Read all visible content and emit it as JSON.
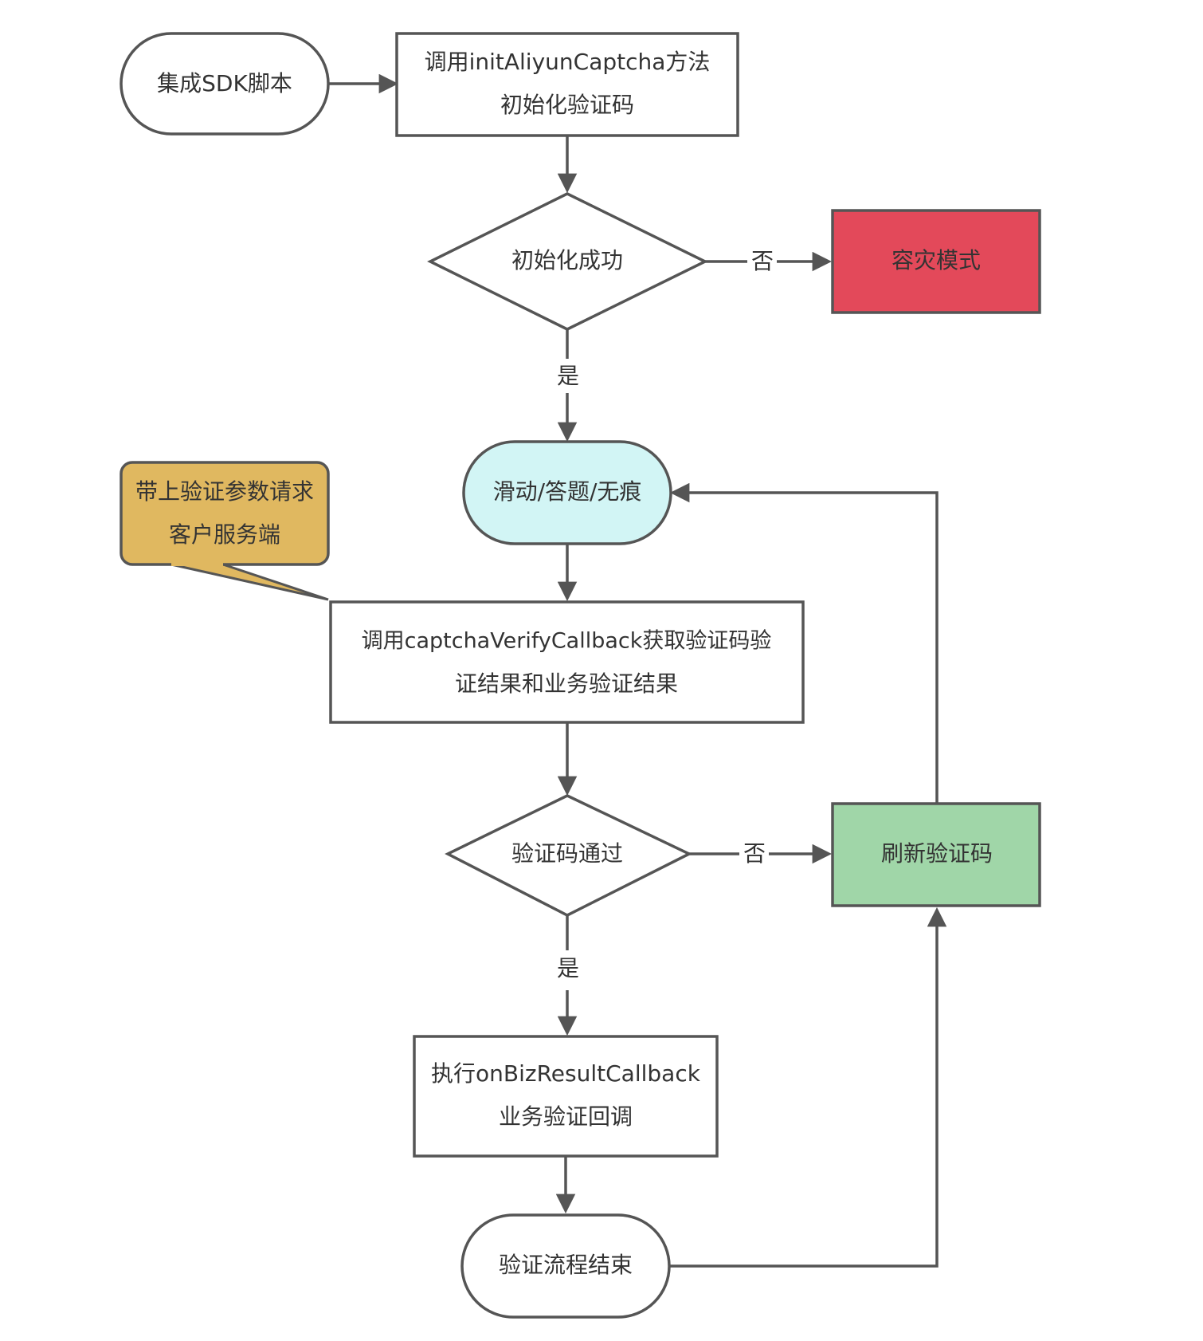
{
  "nodes": {
    "start": {
      "label": "集成SDK脚本"
    },
    "init": {
      "line1": "调用initAliyunCaptcha方法",
      "line2": "初始化验证码"
    },
    "init_ok": {
      "label": "初始化成功"
    },
    "disaster": {
      "label": "容灾模式"
    },
    "challenge": {
      "label": "滑动/答题/无痕"
    },
    "note": {
      "line1": "带上验证参数请求",
      "line2": "客户服务端"
    },
    "verify_cb": {
      "line1": "调用captchaVerifyCallback获取验证码验",
      "line2": "证结果和业务验证结果"
    },
    "pass": {
      "label": "验证码通过"
    },
    "refresh": {
      "label": "刷新验证码"
    },
    "biz_cb": {
      "line1": "执行onBizResultCallback",
      "line2": "业务验证回调"
    },
    "end": {
      "label": "验证流程结束"
    }
  },
  "edges": {
    "init_no": "否",
    "init_yes": "是",
    "pass_no": "否",
    "pass_yes": "是"
  },
  "colors": {
    "stroke": "#555555",
    "text": "#333333",
    "disaster_fill": "#e3495a",
    "challenge_fill": "#d2f5f5",
    "refresh_fill": "#a0d6a8",
    "note_fill": "#e0b860",
    "default_fill": "#ffffff"
  }
}
